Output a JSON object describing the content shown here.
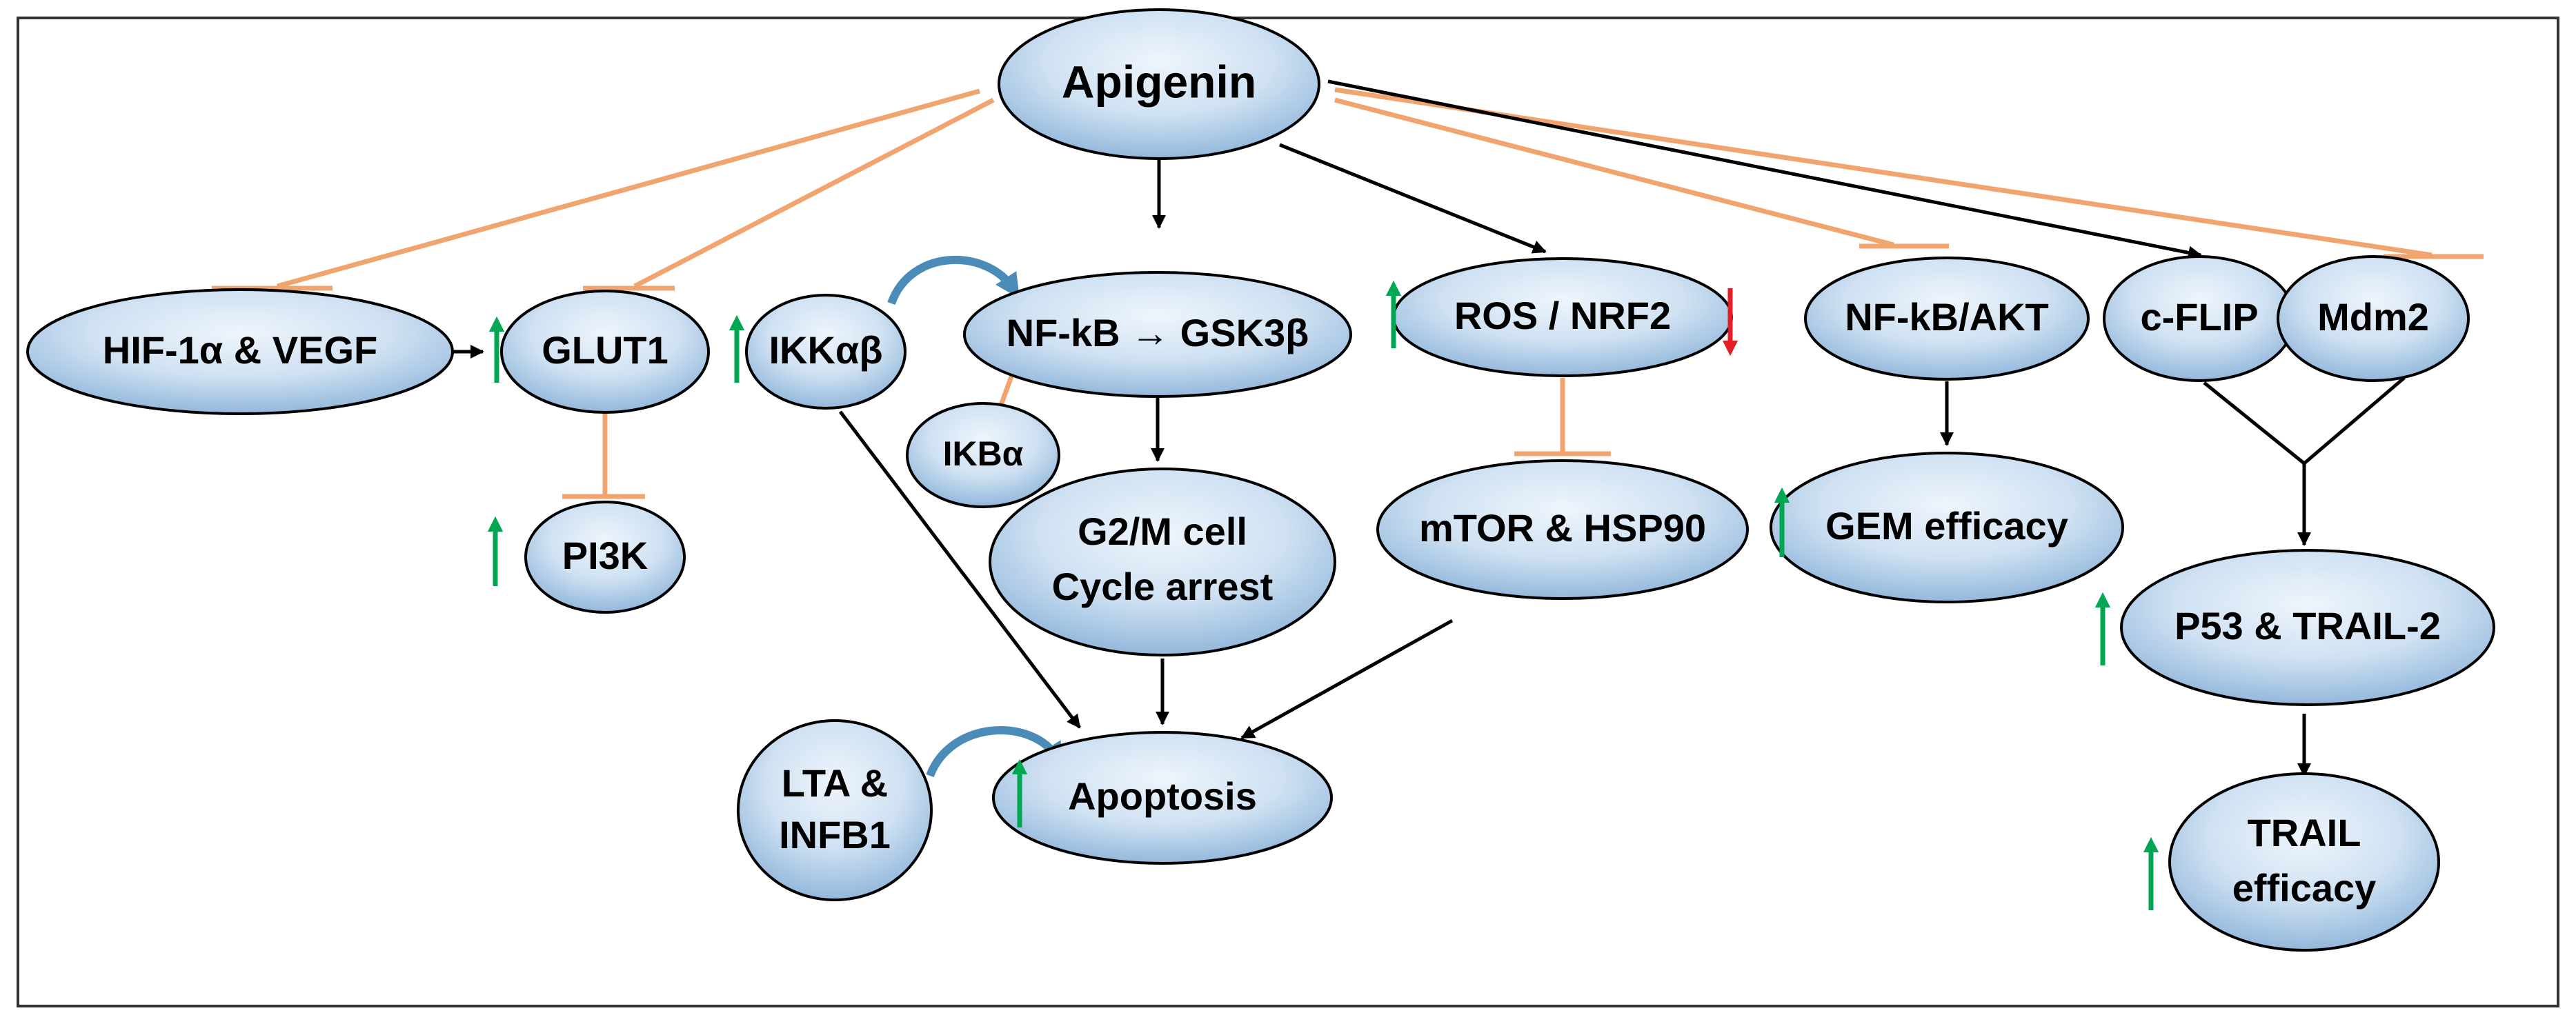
{
  "colors": {
    "inhibit": "#F2A46F",
    "activate": "#000000",
    "node_fill_light": "#E7F1FA",
    "node_fill_dark": "#9CC0E0",
    "node_stroke": "#000000",
    "up_arrow": "#00A651",
    "down_arrow": "#E41E26",
    "curved_arrow": "#4A8BB8"
  },
  "nodes": {
    "apigenin": "Apigenin",
    "hif_vegf": "HIF-1α & VEGF",
    "glut1": "GLUT1",
    "pi3k": "PI3K",
    "ikkab": "IKKαβ",
    "nfkb_gsk": "NF-kB → GSK3β",
    "ikba": "IKBα",
    "g2m_line1": "G2/M cell",
    "g2m_line2": "Cycle arrest",
    "lta_line1": "LTA &",
    "lta_line2": "INFB1",
    "apoptosis": "Apoptosis",
    "ros_nrf2": "ROS / NRF2",
    "mtor_hsp90": "mTOR & HSP90",
    "nfkb_akt": "NF-kB/AKT",
    "gem": "GEM efficacy",
    "cflip": "c-FLIP",
    "mdm2": "Mdm2",
    "p53_trail2": "P53 & TRAIL-2",
    "trail_line1": "TRAIL",
    "trail_line2": "efficacy"
  },
  "icons": [
    "up-arrow-icon",
    "down-arrow-icon",
    "curved-arrow-icon"
  ]
}
